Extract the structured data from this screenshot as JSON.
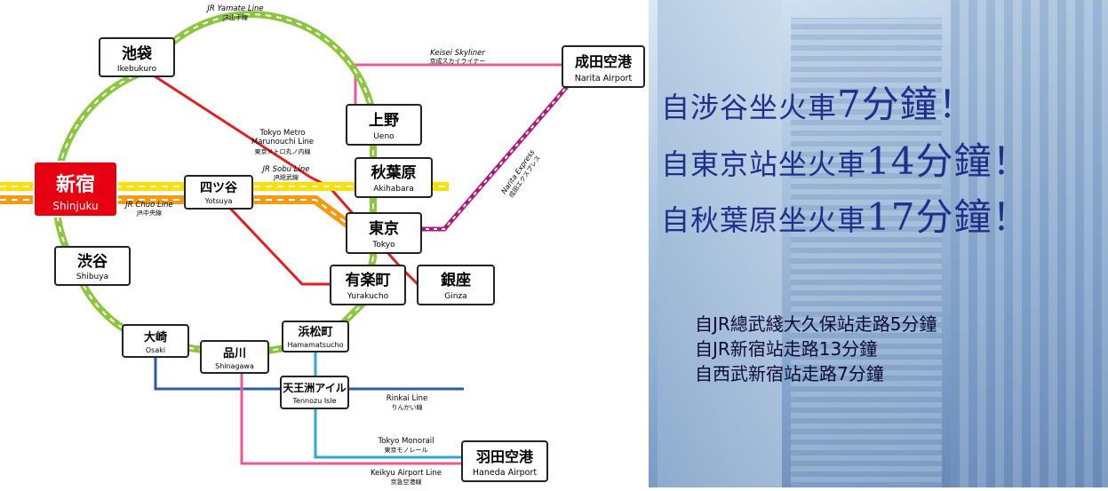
{
  "map": {
    "lines": {
      "yamanote": {
        "en": "JR Yamate Line",
        "jp": "JR山手線",
        "color": "#8cc63f"
      },
      "skyliner": {
        "en": "Keisei Skyliner",
        "jp": "京成スカイライナー",
        "color": "#e8589a"
      },
      "marunouchi": {
        "en1": "Tokyo Metro",
        "en2": "Marunouchi Line",
        "jp": "東京メトロ丸ノ内線",
        "color": "#e02020"
      },
      "sobu": {
        "en": "JR Sobu Line",
        "jp": "JR総武線",
        "color": "#ffe000"
      },
      "chuo": {
        "en": "JR Chuo Line",
        "jp": "JR中央線",
        "color": "#f39c12"
      },
      "nex": {
        "en": "Narita Express",
        "jp": "成田エクスプレス",
        "color": "#b0177a"
      },
      "rinkai": {
        "en": "Rinkai Line",
        "jp": "りんかい線",
        "color": "#2b5aa8"
      },
      "monorail": {
        "en": "Tokyo Monorail",
        "jp": "東京モノレール",
        "color": "#2aa8d8"
      },
      "keikyu": {
        "en": "Keikyu Airport Line",
        "jp": "京急空港線",
        "color": "#e8589a"
      }
    },
    "stations": {
      "ikebukuro": {
        "jp": "池袋",
        "en": "Ikebukuro"
      },
      "ueno": {
        "jp": "上野",
        "en": "Ueno"
      },
      "akihabara": {
        "jp": "秋葉原",
        "en": "Akihabara"
      },
      "tokyo": {
        "jp": "東京",
        "en": "Tokyo"
      },
      "yurakucho": {
        "jp": "有楽町",
        "en": "Yurakucho"
      },
      "ginza": {
        "jp": "銀座",
        "en": "Ginza"
      },
      "hamamatsucho": {
        "jp": "浜松町",
        "en": "Hamamatsucho"
      },
      "tennozu": {
        "jp": "天王洲アイル",
        "en": "Tennozu Isle"
      },
      "shinagawa": {
        "jp": "品川",
        "en": "Shinagawa"
      },
      "osaki": {
        "jp": "大崎",
        "en": "Osaki"
      },
      "shibuya": {
        "jp": "渋谷",
        "en": "Shibuya"
      },
      "yotsuya": {
        "jp": "四ツ谷",
        "en": "Yotsuya"
      },
      "shinjuku": {
        "jp": "新宿",
        "en": "Shinjuku"
      },
      "narita": {
        "jp": "成田空港",
        "en": "Narita Airport"
      },
      "haneda": {
        "jp": "羽田空港",
        "en": "Haneda Airport"
      }
    }
  },
  "promo": {
    "lines": [
      {
        "prefix": "自涉谷坐火車",
        "duration": "7分鐘！"
      },
      {
        "prefix": "自東京站坐火車",
        "duration": "14分鐘！"
      },
      {
        "prefix": "自秋葉原坐火車",
        "duration": "17分鐘！"
      }
    ],
    "walks": [
      "自JR總武綫大久保站走路5分鐘",
      "自JR新宿站走路13分鐘",
      "自西武新宿站走路7分鐘"
    ],
    "colors": {
      "text": "#1f2f8a",
      "walk_text": "#0b0b3a"
    }
  }
}
